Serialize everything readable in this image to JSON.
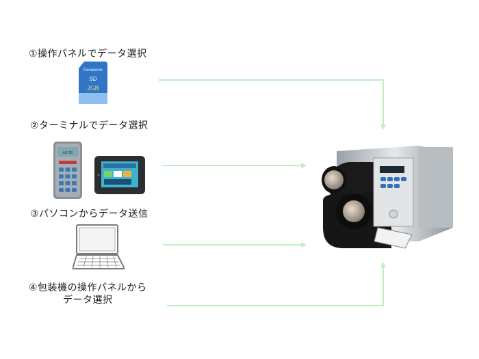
{
  "options": [
    {
      "label": "①操作パネルでデータ選択",
      "device": "sd-card-icon"
    },
    {
      "label": "②ターミナルでデータ選択",
      "device": "terminal-icon"
    },
    {
      "label": "③パソコンからデータ送信",
      "device": "laptop-icon"
    },
    {
      "label": "④包装機の操作パネルから",
      "label_line2": "データ選択",
      "device": "packaging-panel"
    }
  ],
  "sd_card": {
    "brand": "Panasonic",
    "logo": "SD",
    "capacity": "2GB"
  },
  "handheld": {
    "model": "AS-TE"
  },
  "colors": {
    "arrow": "#bfeec0",
    "text": "#1a1a1a"
  }
}
